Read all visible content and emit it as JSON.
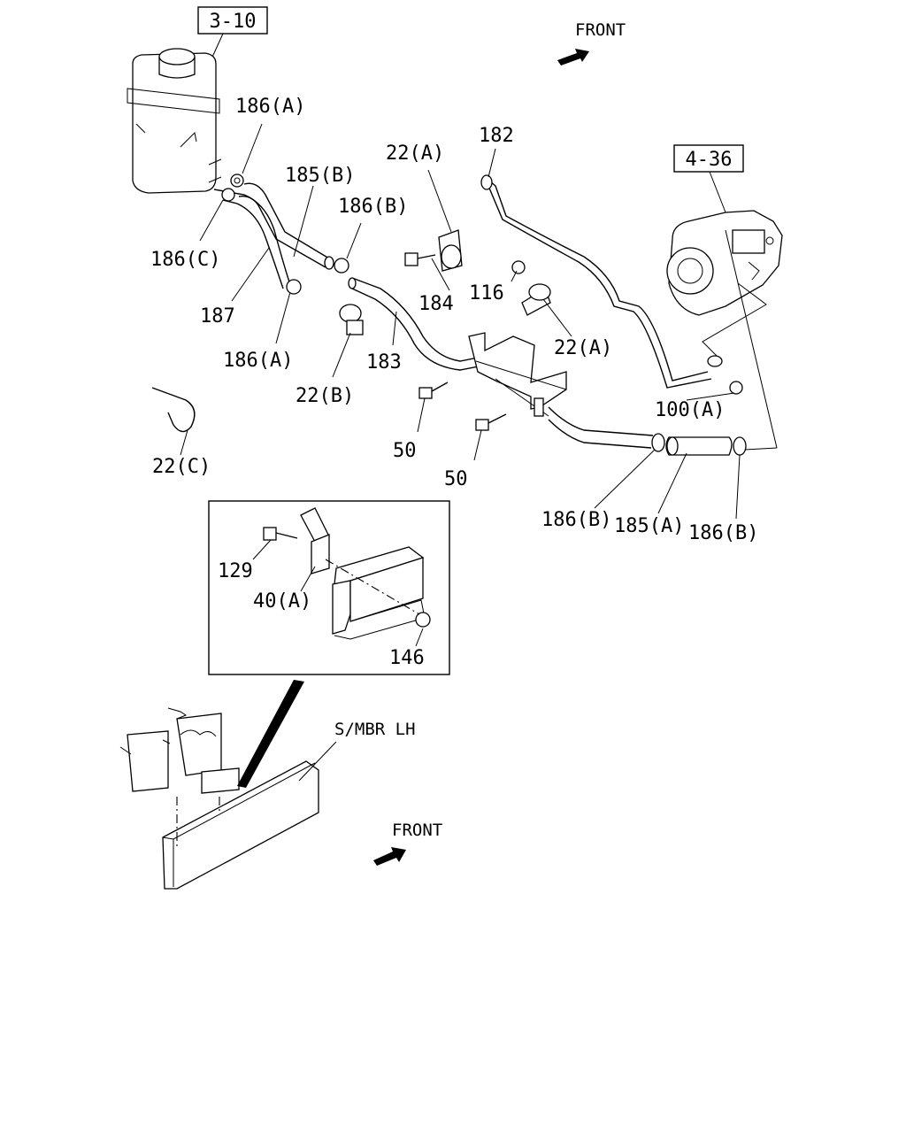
{
  "refs": {
    "ref_3_10": "3-10",
    "ref_4_36": "4-36"
  },
  "front_top": "FRONT",
  "front_bottom": "FRONT",
  "member_label": "S/MBR LH",
  "callouts": {
    "c186A_top": "186(A)",
    "c185B": "185(B)",
    "c186B_top": "186(B)",
    "c22A_top": "22(A)",
    "c182": "182",
    "c186C": "186(C)",
    "c187": "187",
    "c186A_low": "186(A)",
    "c184": "184",
    "c116": "116",
    "c22A_right": "22(A)",
    "c22B": "22(B)",
    "c183": "183",
    "c100A": "100(A)",
    "c50_left": "50",
    "c50_right": "50",
    "c22C": "22(C)",
    "c186B_left": "186(B)",
    "c185A": "185(A)",
    "c186B_right": "186(B)",
    "c129": "129",
    "c40A": "40(A)",
    "c146": "146"
  }
}
